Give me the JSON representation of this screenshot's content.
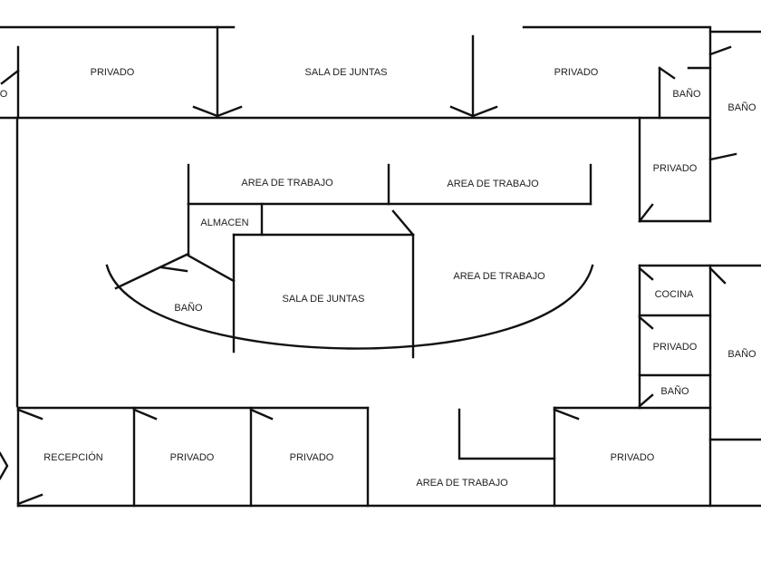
{
  "plan_title": "Floor plan",
  "rooms": {
    "o_cut": "O",
    "privado_top_left": "PRIVADO",
    "sala_juntas_top": "SALA DE JUNTAS",
    "privado_top_right": "PRIVADO",
    "bano_top_small": "BAÑO",
    "bano_top_right": "BAÑO",
    "privado_right_upper": "PRIVADO",
    "area_trabajo_1": "AREA DE TRABAJO",
    "area_trabajo_2": "AREA DE TRABAJO",
    "almacen": "ALMACEN",
    "area_trabajo_3": "AREA DE TRABAJO",
    "bano_center": "BAÑO",
    "sala_juntas_center": "SALA DE JUNTAS",
    "cocina": "COCINA",
    "privado_right_mid": "PRIVADO",
    "bano_right_large": "BAÑO",
    "bano_right_small": "BAÑO",
    "recepcion": "RECEPCIÓN",
    "privado_bottom_1": "PRIVADO",
    "privado_bottom_2": "PRIVADO",
    "area_trabajo_bottom": "AREA DE TRABAJO",
    "privado_bottom_right": "PRIVADO"
  },
  "colors": {
    "wall": "#111111",
    "text": "#222222",
    "background": "#ffffff"
  }
}
